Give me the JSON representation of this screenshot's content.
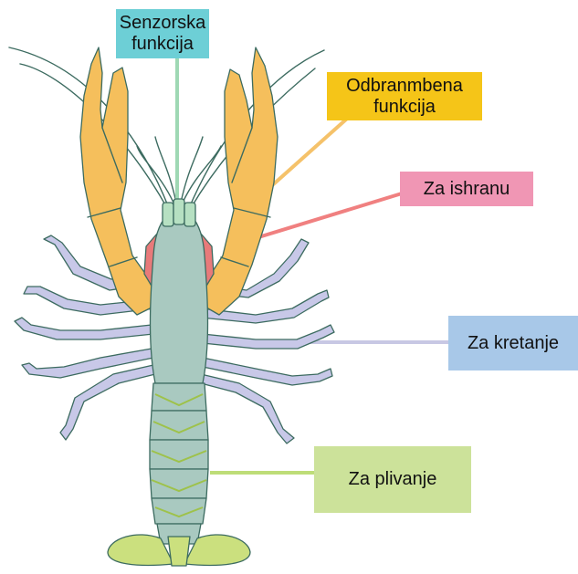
{
  "labels": {
    "sensory": {
      "line1": "Senzorska",
      "line2": "funkcija",
      "color": "#6dcfd6"
    },
    "defense": {
      "line1": "Odbranmbena",
      "line2": "funkcija",
      "color": "#f5c518"
    },
    "feeding": {
      "text": "Za ishranu",
      "color": "#f096b4"
    },
    "walking": {
      "text": "Za kretanje",
      "color": "#a8c8e8"
    },
    "swimming": {
      "text": "Za plivanje",
      "color": "#cce29a"
    }
  },
  "colors": {
    "claw": "#f5bf5c",
    "leg": "#c8c8e8",
    "body": "#a9c9c0",
    "antenna_base": "#b6e0c2",
    "mouthpart": "#e87a7a",
    "swimmeret": "#c2dd74",
    "tail_fan": "#cbe07e",
    "outline": "#3c6b60",
    "line_sensory": "#9fd8b4",
    "line_defense": "#f5c26a",
    "line_feeding": "#f08080",
    "line_walking": "#c8c8e4",
    "line_swimming": "#bedd78"
  },
  "icons": [
    "crayfish-illustration"
  ]
}
